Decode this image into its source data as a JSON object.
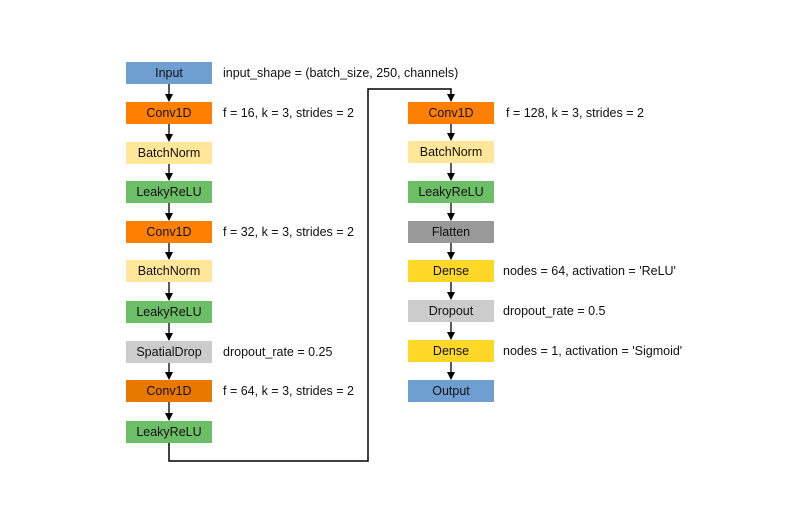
{
  "colors": {
    "input": "#6f9fd0",
    "conv": "#ff8000",
    "conv_dark": "#e87800",
    "batchnorm": "#ffe699",
    "leakyrelu": "#6dbf67",
    "dropout": "#cccccc",
    "flatten": "#999999",
    "dense": "#ffd726",
    "output": "#6f9fd0",
    "connector": "#000000"
  },
  "left_column": [
    {
      "label": "Input",
      "kind": "input",
      "note": "input_shape = (batch_size, 250, channels)"
    },
    {
      "label": "Conv1D",
      "kind": "conv",
      "note": "f = 16, k = 3, strides = 2"
    },
    {
      "label": "BatchNorm",
      "kind": "batchnorm",
      "note": ""
    },
    {
      "label": "LeakyReLU",
      "kind": "leakyrelu",
      "note": ""
    },
    {
      "label": "Conv1D",
      "kind": "conv",
      "note": "f = 32, k = 3, strides = 2"
    },
    {
      "label": "BatchNorm",
      "kind": "batchnorm",
      "note": ""
    },
    {
      "label": "LeakyReLU",
      "kind": "leakyrelu",
      "note": ""
    },
    {
      "label": "SpatialDrop",
      "kind": "dropout",
      "note": "dropout_rate = 0.25"
    },
    {
      "label": "Conv1D",
      "kind": "conv_dark",
      "note": "f = 64, k = 3, strides = 2"
    },
    {
      "label": "LeakyReLU",
      "kind": "leakyrelu",
      "note": ""
    }
  ],
  "right_column": [
    {
      "label": "Conv1D",
      "kind": "conv",
      "note": "f = 128, k = 3, strides = 2"
    },
    {
      "label": "BatchNorm",
      "kind": "batchnorm",
      "note": ""
    },
    {
      "label": "LeakyReLU",
      "kind": "leakyrelu",
      "note": ""
    },
    {
      "label": "Flatten",
      "kind": "flatten",
      "note": ""
    },
    {
      "label": "Dense",
      "kind": "dense",
      "note": "nodes = 64, activation = 'ReLU'"
    },
    {
      "label": "Dropout",
      "kind": "dropout",
      "note": "dropout_rate = 0.5"
    },
    {
      "label": "Dense",
      "kind": "dense",
      "note": "nodes = 1, activation = 'Sigmoid'"
    },
    {
      "label": "Output",
      "kind": "output",
      "note": ""
    }
  ]
}
